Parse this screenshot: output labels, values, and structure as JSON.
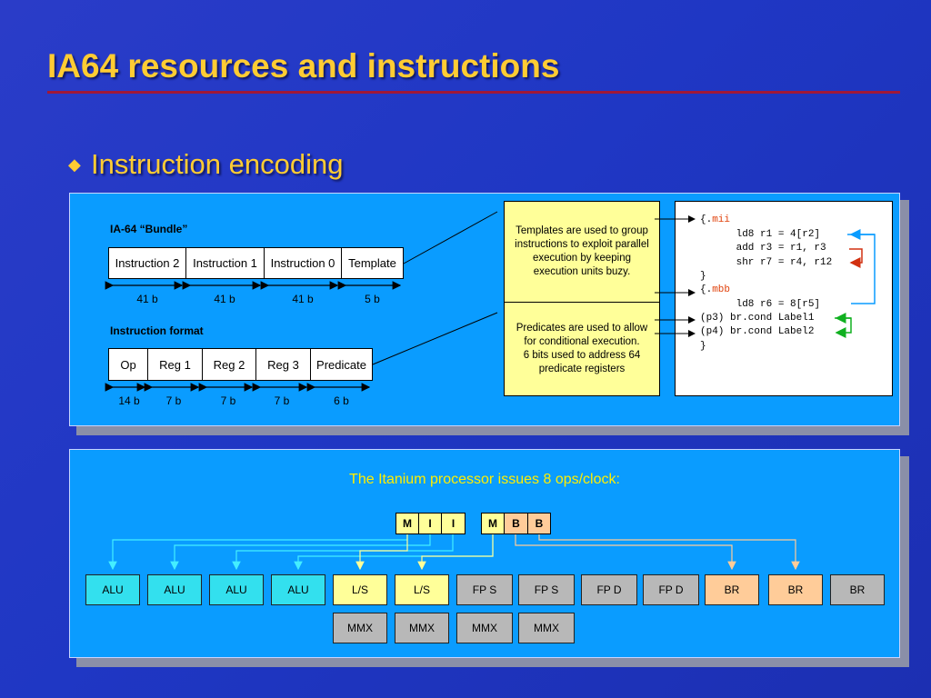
{
  "slide": {
    "title": "IA64 resources and instructions",
    "bullet_glyph": "◆",
    "bullet": "Instruction encoding"
  },
  "bundle": {
    "label": "IA-64 “Bundle”",
    "fields": [
      "Instruction 2",
      "Instruction 1",
      "Instruction 0",
      "Template"
    ],
    "bits": [
      "41 b",
      "41 b",
      "41 b",
      "5 b"
    ]
  },
  "format": {
    "label": "Instruction format",
    "fields": [
      "Op",
      "Reg 1",
      "Reg 2",
      "Reg 3",
      "Predicate"
    ],
    "bits": [
      "14 b",
      "7 b",
      "7 b",
      "7 b",
      "6 b"
    ]
  },
  "notes": {
    "templates": "Templates are used to group instructions to exploit parallel execution by keeping execution units buzy.",
    "predicates_1": "Predicates are used to allow for conditional execution.",
    "predicates_2": "6 bits used to address 64 predicate registers"
  },
  "code": {
    "line1_prefix": "{.",
    "line1_kw": "mii",
    "line2": "      ld8 r1 = 4[r2]",
    "line3": "      add r3 = r1, r3",
    "line4": "      shr r7 = r4, r12",
    "line5": "}",
    "line6_prefix": "{.",
    "line6_kw": "mbb",
    "line7": "      ld8 r6 = 8[r5]",
    "line8": "(p3) br.cond Label1",
    "line9": "(p4) br.cond Label2",
    "line10": "}"
  },
  "itanium": {
    "caption": "The Itanium processor issues 8 ops/clock:",
    "slots": [
      "M",
      "I",
      "I",
      "M",
      "B",
      "B"
    ],
    "units": [
      "ALU",
      "ALU",
      "ALU",
      "ALU",
      "L/S",
      "L/S",
      "FP S",
      "FP S",
      "FP D",
      "FP D",
      "BR",
      "BR",
      "BR"
    ],
    "mmx": [
      "MMX",
      "MMX",
      "MMX",
      "MMX"
    ]
  },
  "colors": {
    "title": "#ffcc33",
    "title_rule": "#a01838",
    "panel": "#0a9cff",
    "note_fill": "#ffff99",
    "alu": "#33e0ee",
    "ls": "#ffff99",
    "fp": "#b8b8b8",
    "br": "#ffcc99",
    "slot_m": "#ffff99",
    "slot_b": "#ffcc99",
    "arrow_blue": "#0a9cff",
    "arrow_red": "#d23010",
    "arrow_green": "#10b020",
    "keyword": "#e0400a"
  }
}
